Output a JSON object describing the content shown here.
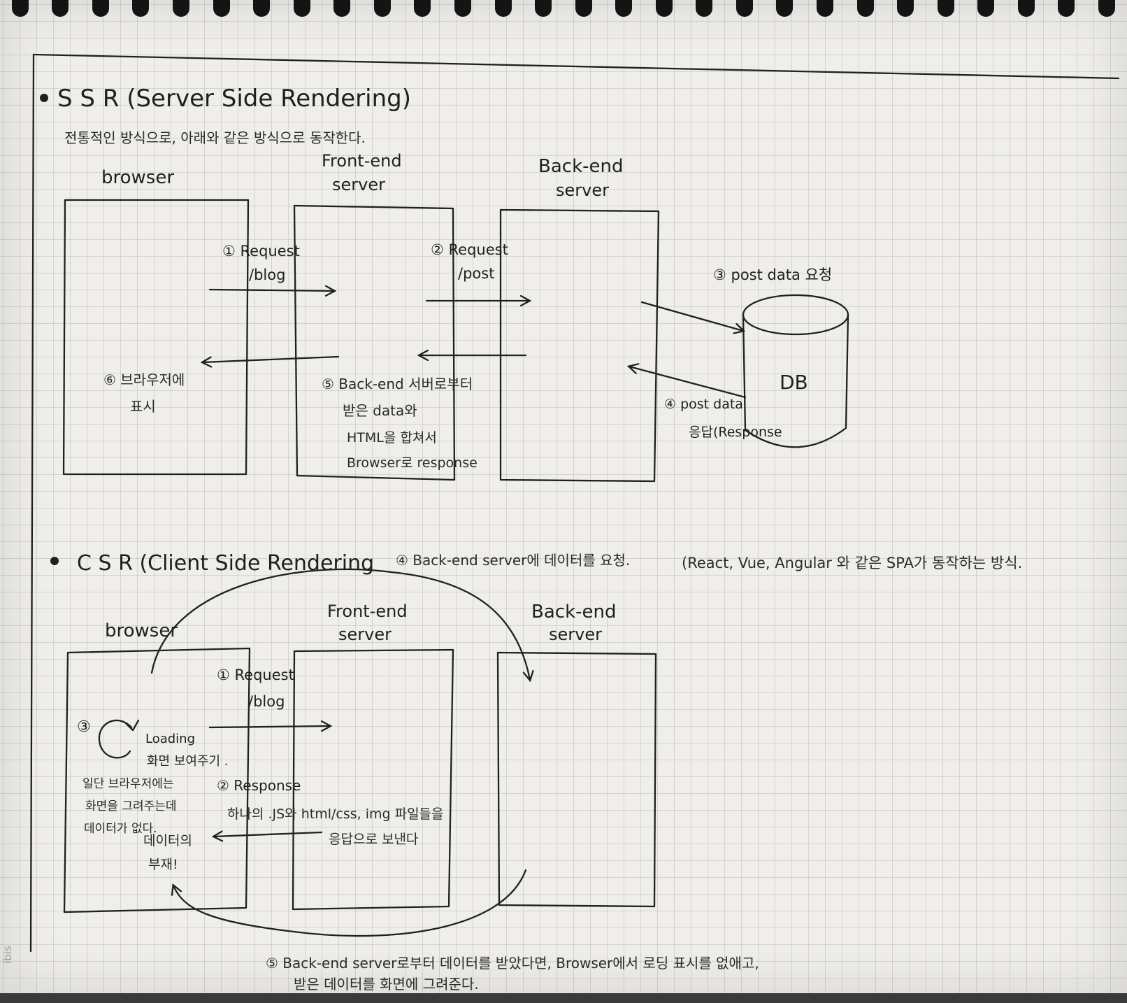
{
  "brand": "ibis",
  "colors": {
    "paper": "#efeeea",
    "ink": "#202020",
    "grid": "#bdbdbd"
  },
  "ssr": {
    "title": "S S R (Server Side Rendering)",
    "subtitle": "전통적인 방식으로, 아래와 같은 방식으로 동작한다.",
    "browser_label": "browser",
    "frontend_label_1": "Front-end",
    "frontend_label_2": "server",
    "backend_label_1": "Back-end",
    "backend_label_2": "server",
    "db_label": "DB",
    "step1_1": "① Request",
    "step1_2": "/blog",
    "step2_1": "② Request",
    "step2_2": "/post",
    "step3": "③ post data 요청",
    "step4_1": "④ post data",
    "step4_2": "응답(Response",
    "step5_1": "⑤ Back-end 서버로부터",
    "step5_2": "받은 data와",
    "step5_3": "HTML을 합쳐서",
    "step5_4": "Browser로 response",
    "step6_1": "⑥ 브라우저에",
    "step6_2": "표시"
  },
  "csr": {
    "title": "C S R (Client Side Rendering",
    "note": "(React, Vue, Angular 와 같은 SPA가 동작하는 방식.",
    "step4": "④ Back-end server에 데이터를 요청.",
    "browser_label": "browser",
    "frontend_label_1": "Front-end",
    "frontend_label_2": "server",
    "backend_label_1": "Back-end",
    "backend_label_2": "server",
    "step1_1": "① Request",
    "step1_2": "/blog",
    "step3_num": "③",
    "loading_1": "Loading",
    "loading_2": "화면 보여주기 .",
    "empty_1": "일단 브라우저에는",
    "empty_2": "화면을 그려주는데",
    "empty_3": "데이터가 없다.",
    "absence_1": "데이터의",
    "absence_2": "부재!",
    "step2_1": "② Response",
    "step2_2": "하나의 .JS와 html/css, img 파일들을",
    "step2_3": "응답으로 보낸다",
    "step5_1": "⑤ Back-end server로부터 데이터를 받았다면, Browser에서 로딩 표시를 없애고,",
    "step5_2": "받은 데이터를 화면에 그려준다."
  }
}
